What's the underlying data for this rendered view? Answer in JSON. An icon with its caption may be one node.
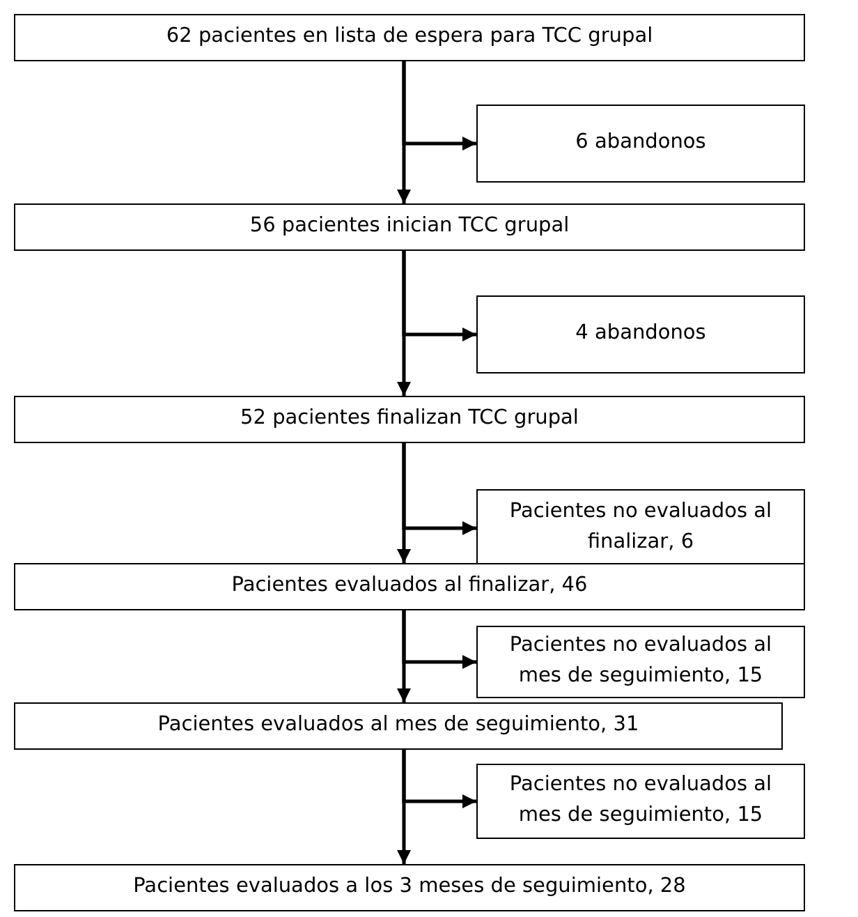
{
  "diagram": {
    "nodes": [
      {
        "text": [
          "62 pacientes en lista de espera para TCC grupal"
        ]
      },
      {
        "text": [
          "6 abandonos"
        ]
      },
      {
        "text": [
          "56 pacientes inician TCC grupal"
        ]
      },
      {
        "text": [
          "4 abandonos"
        ]
      },
      {
        "text": [
          "52 pacientes finalizan TCC grupal"
        ]
      },
      {
        "text": [
          "Pacientes no evaluados al finalizar, 6"
        ]
      },
      {
        "text": [
          "Pacientes evaluados al finalizar, 46"
        ]
      },
      {
        "text": [
          "Pacientes no evaluados al mes de seguimiento, 15"
        ]
      },
      {
        "text": [
          "Pacientes evaluados al mes de seguimiento, 31"
        ]
      },
      {
        "text": [
          "Pacientes no evaluados al mes de seguimiento, 15"
        ]
      },
      {
        "text": [
          "Pacientes evaluados a los 3 meses de seguimiento, 28"
        ]
      }
    ],
    "edges": [
      {
        "from": 0,
        "to": 2,
        "arrow": "to"
      },
      {
        "from": 0,
        "to": 1,
        "arrow": "to"
      },
      {
        "from": 2,
        "to": 4,
        "arrow": "to"
      },
      {
        "from": 2,
        "to": 3,
        "arrow": "to"
      },
      {
        "from": 4,
        "to": 6,
        "arrow": "to"
      },
      {
        "from": 4,
        "to": 5,
        "arrow": "to"
      },
      {
        "from": 6,
        "to": 8,
        "arrow": "to"
      },
      {
        "from": 6,
        "to": 7,
        "arrow": "to"
      },
      {
        "from": 8,
        "to": 10,
        "arrow": "to"
      },
      {
        "from": 8,
        "to": 9,
        "arrow": "to"
      }
    ]
  }
}
